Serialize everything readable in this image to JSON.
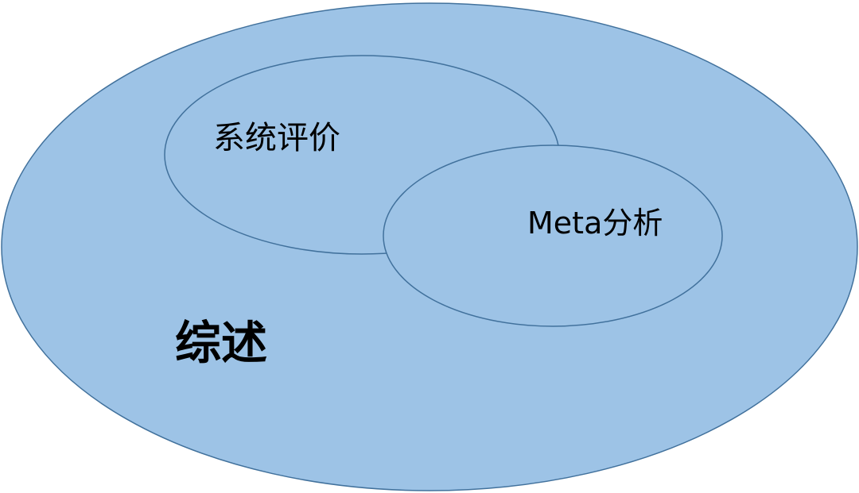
{
  "colors": {
    "fill": "#9dc3e6",
    "stroke": "#41719c",
    "text": "#000000"
  },
  "diagram": {
    "outer": {
      "label": "综述"
    },
    "inner": [
      {
        "label": "系统评价"
      },
      {
        "label": "Meta分析"
      }
    ]
  }
}
